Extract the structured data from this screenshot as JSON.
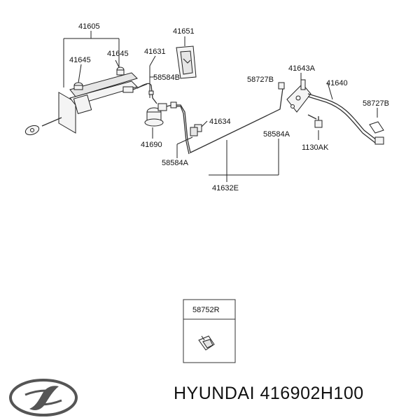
{
  "callouts": {
    "c41605": "41605",
    "c41645a": "41645",
    "c41645b": "41645",
    "c41651": "41651",
    "c41631": "41631",
    "c58584b": "58584B",
    "c41690": "41690",
    "c41634": "41634",
    "c58584a_left": "58584A",
    "c41632e": "41632E",
    "c58727b_mid": "58727B",
    "c41643a": "41643A",
    "c41640": "41640",
    "c58727b_right": "58727B",
    "c58584a_right": "58584A",
    "c1130ak": "1130AK"
  },
  "inset": {
    "label": "58752R"
  },
  "footer": {
    "brand_text": "HYUNDAI 416902H100",
    "logo_icon": "hyundai-logo-icon"
  }
}
